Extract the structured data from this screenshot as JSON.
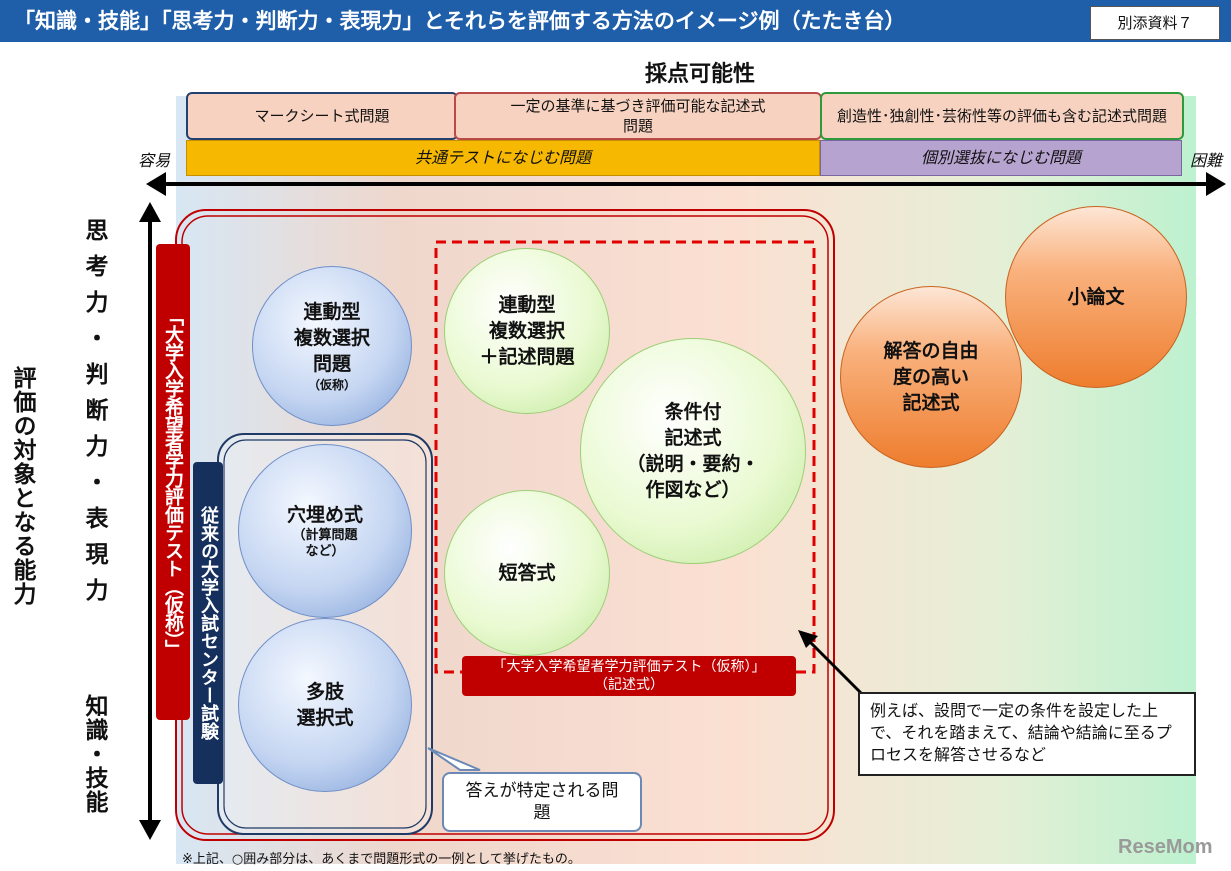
{
  "header": {
    "title": "「知識・技能」「思考力・判断力・表現力」とそれらを評価する方法のイメージ例（たたき台）",
    "ref": "別添資料７"
  },
  "axis": {
    "horizontal_title": "採点可能性",
    "left_end": "容易",
    "right_end": "困難",
    "vertical_title": "評価の対象となる能力",
    "top_label": "思考力・判断力・表現力",
    "bottom_label": "知識・技能"
  },
  "categories": [
    {
      "label": "マークシート式問題"
    },
    {
      "label": "一定の基準に基づき評価可能な記述式問題"
    },
    {
      "label": "創造性･独創性･芸術性等の評価も含む記述式問題"
    }
  ],
  "bands": [
    {
      "label": "共通テストになじむ問題"
    },
    {
      "label": "個別選抜になじむ問題"
    }
  ],
  "groups": {
    "new_test": "「大学入学希望者学力評価テスト（仮称）」",
    "center_test": "従来の大学入試センター試験",
    "written_label": "「大学入学希望者学力評価テスト（仮称）」",
    "written_sub": "（記述式）"
  },
  "circles": {
    "linked_mc": {
      "l1": "連動型",
      "l2": "複数選択",
      "l3": "問題",
      "sub": "（仮称）"
    },
    "fill_blank": {
      "l1": "穴埋め式",
      "sub1": "（計算問題",
      "sub2": "など）"
    },
    "multi_choice": {
      "l1": "多肢",
      "l2": "選択式"
    },
    "linked_written": {
      "l1": "連動型",
      "l2": "複数選択",
      "l3": "＋記述問題"
    },
    "conditional": {
      "l1": "条件付",
      "l2": "記述式",
      "l3": "（説明・要約・",
      "l4": "作図など）"
    },
    "short_answer": {
      "l1": "短答式"
    },
    "free_answer": {
      "l1": "解答の自由",
      "l2": "度の高い",
      "l3": "記述式"
    },
    "essay": {
      "l1": "小論文"
    }
  },
  "callout": "答えが特定される問題",
  "note": "例えば、設問で一定の条件を設定した上で、それを踏まえて、結論や結論に至るプロセスを解答させるなど",
  "footnote": "※上記、○囲み部分は、あくまで問題形式の一例として挙げたもの。",
  "watermark": "ReseMom"
}
